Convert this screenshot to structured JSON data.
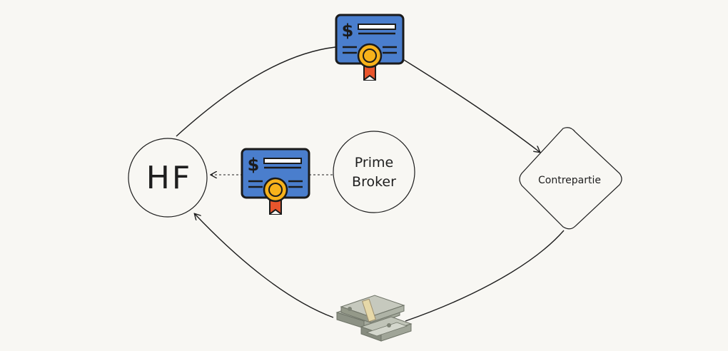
{
  "nodes": {
    "hf": {
      "label": "HF"
    },
    "prime_broker": {
      "label_line1": "Prime",
      "label_line2": "Broker"
    },
    "contrepartie": {
      "label": "Contrepartie"
    }
  },
  "icons": {
    "certificate_top": "certificate-icon",
    "certificate_middle": "certificate-icon",
    "money": "cash-stack-icon"
  },
  "colors": {
    "background": "#f8f7f3",
    "stroke": "#1e1e1e",
    "certificate_blue": "#4a7ecd",
    "certificate_outline": "#1b1b1b",
    "rosette_gold": "#f7b21b",
    "ribbon_red": "#e8552c",
    "cash_green": "#9fa596"
  }
}
